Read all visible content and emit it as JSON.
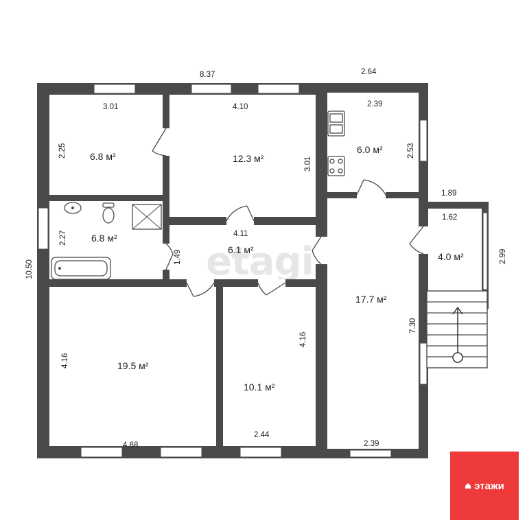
{
  "rooms": [
    {
      "id": "room-nw",
      "area": "6.8 м²"
    },
    {
      "id": "room-n",
      "area": "12.3 м²"
    },
    {
      "id": "kitchen",
      "area": "6.0 м²"
    },
    {
      "id": "bathroom",
      "area": "6.8 м²"
    },
    {
      "id": "hall",
      "area": "6.1 м²"
    },
    {
      "id": "porch",
      "area": "4.0 м²"
    },
    {
      "id": "living-room",
      "area": "17.7 м²"
    },
    {
      "id": "room-sw",
      "area": "19.5 м²"
    },
    {
      "id": "room-s",
      "area": "10.1 м²"
    }
  ],
  "dimensions": {
    "top_left_width": "8.37",
    "top_right_width": "2.64",
    "room_nw_width": "3.01",
    "room_n_width": "4.10",
    "kitchen_width": "2.39",
    "room_nw_height": "2.25",
    "room_n_height": "3.01",
    "kitchen_height": "2.53",
    "porch_outer_width": "1.89",
    "porch_inner_width": "1.62",
    "porch_height": "2.99",
    "bathroom_height": "2.27",
    "hall_length": "4.11",
    "hall_height": "1.49",
    "total_height": "10.50",
    "living_room_height": "7.30",
    "room_sw_height": "4.16",
    "room_s_height": "4.16",
    "room_sw_width": "4.68",
    "room_s_width": "2.44",
    "living_room_width": "2.39"
  },
  "watermark": "etagi",
  "brand": {
    "name": "этажи",
    "color": "#ee3a3a"
  }
}
